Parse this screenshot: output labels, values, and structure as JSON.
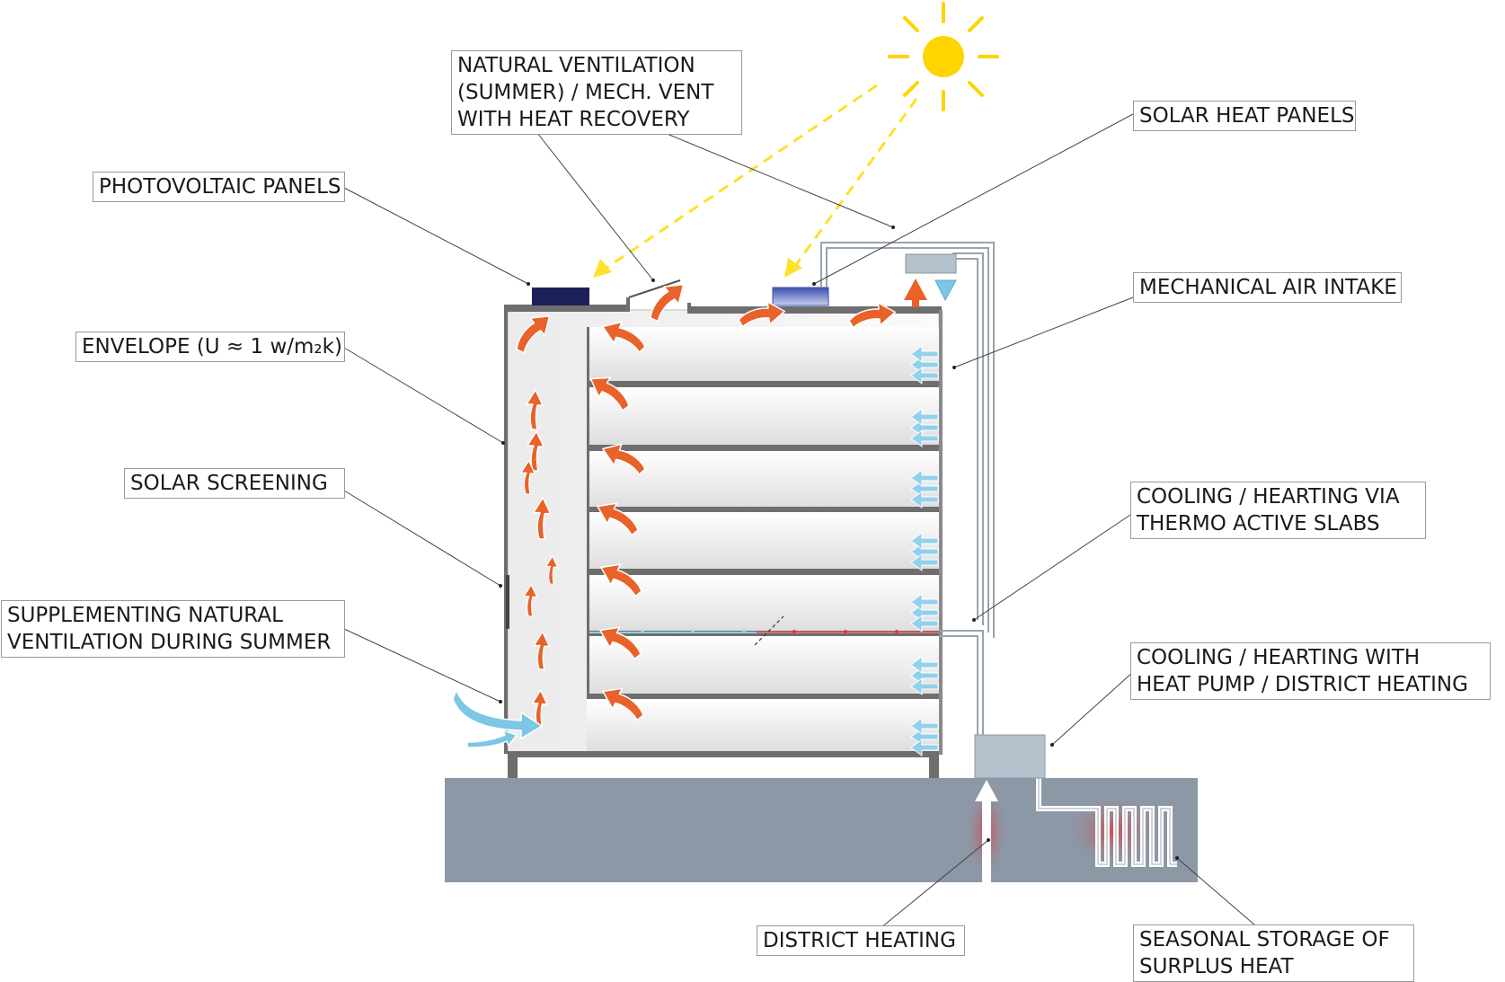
{
  "labels": {
    "photovoltaic": "PHOTOVOLTAIC PANELS",
    "natural_vent": "NATURAL VENTILATION\n(SUMMER) / MECH. VENT\nWITH HEAT RECOVERY",
    "solar_heat": "SOLAR HEAT PANELS",
    "envelope": "ENVELOPE (U ≈ 1 w/m₂k)",
    "mech_intake": "MECHANICAL AIR INTAKE",
    "solar_screening": "SOLAR SCREENING",
    "supplementing": "SUPPLEMENTING NATURAL\nVENTILATION DURING SUMMER",
    "thermo_slabs": "COOLING / HEARTING VIA\nTHERMO ACTIVE SLABS",
    "heat_pump": "COOLING / HEARTING WITH\nHEAT PUMP / DISTRICT HEATING",
    "district_heating": "DISTRICT HEATING",
    "seasonal_storage": "SEASONAL STORAGE OF\nSURPLUS HEAT"
  },
  "colors": {
    "warm_air": "#e8622a",
    "cool_air": "#7cc6e6",
    "sun": "#ffd400",
    "ground": "#8c98a6",
    "slab": "#6e6e6e",
    "pv_panel": "#1e2159",
    "solar_panel": "#5c6fc4",
    "equipment": "#b4c2ce"
  },
  "icons": [
    "sun-icon",
    "warm-air-arrow-icon",
    "cool-air-arrow-icon",
    "heat-glow-icon"
  ]
}
